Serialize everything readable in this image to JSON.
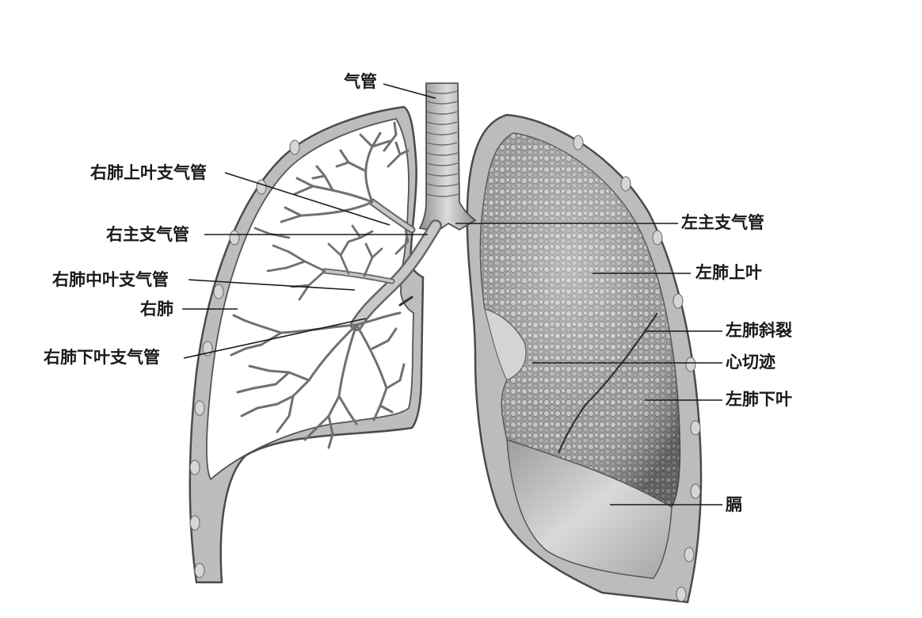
{
  "labels": {
    "trachea": "气管",
    "right_upper_lobe_bronchus": "右肺上叶支气管",
    "right_main_bronchus": "右主支气管",
    "right_middle_lobe_bronchus": "右肺中叶支气管",
    "right_lung": "右肺",
    "right_lower_lobe_bronchus": "右肺下叶支气管",
    "left_main_bronchus": "左主支气管",
    "left_upper_lobe": "左肺上叶",
    "left_oblique_fissure": "左肺斜裂",
    "cardiac_notch": "心切迹",
    "left_lower_lobe": "左肺下叶",
    "diaphragm": "膈"
  },
  "colors": {
    "ink": "#1a1a1a",
    "pleura_fill": "#b9b9b9",
    "pleura_edge": "#555555",
    "lung_tissue": "#8c8c8c",
    "lung_tissue_light": "#cfcfcf",
    "trachea": "#b5b5b5",
    "diaphragm": "#bdbdbd"
  }
}
